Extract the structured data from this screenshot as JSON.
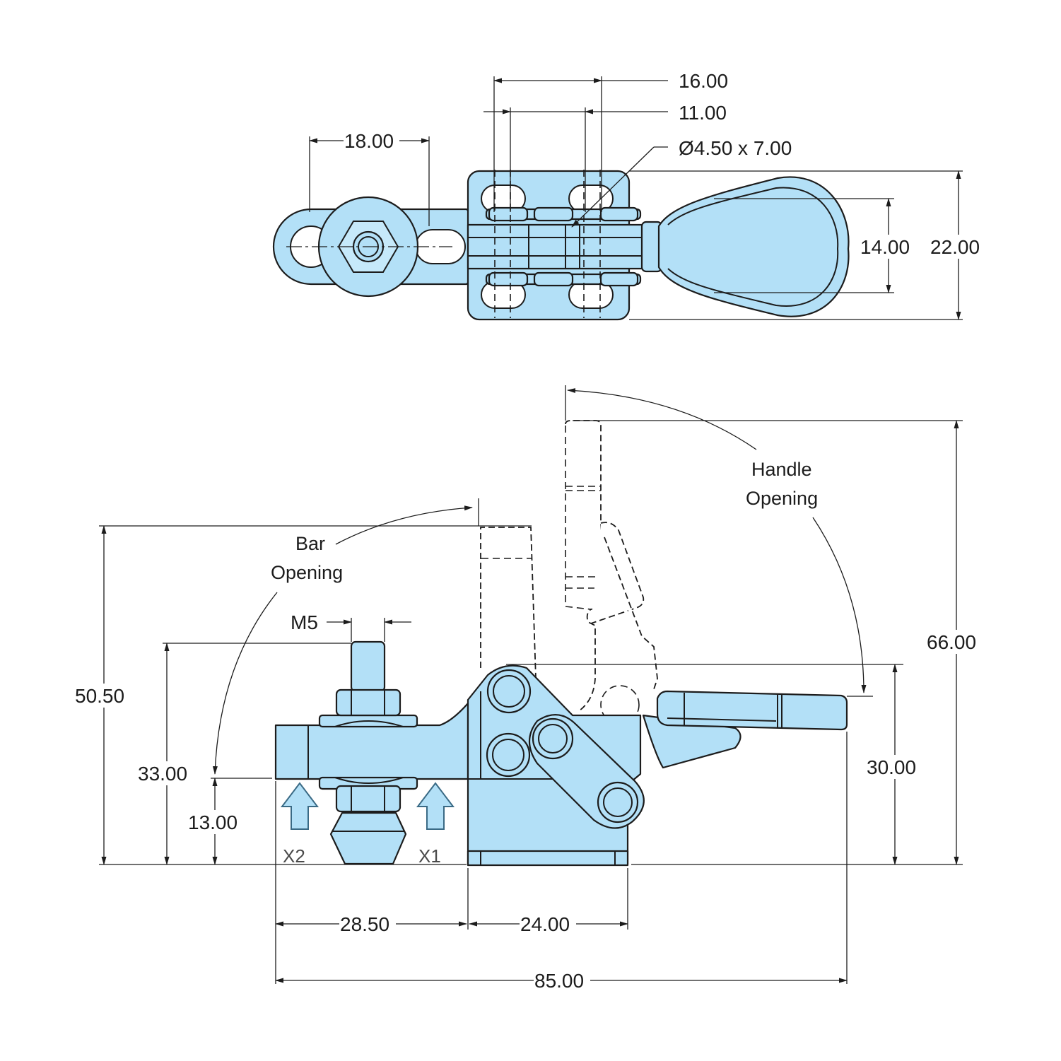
{
  "top_view": {
    "dims": {
      "d16": "16.00",
      "d11": "11.00",
      "slot": "Ø4.50 x 7.00",
      "d18": "18.00",
      "d14": "14.00",
      "d22": "22.00"
    }
  },
  "side_view": {
    "notes": {
      "bar_line1": "Bar",
      "bar_line2": "Opening",
      "handle_line1": "Handle",
      "handle_line2": "Opening"
    },
    "dims": {
      "thread": "M5",
      "h50": "50.50",
      "h33": "33.00",
      "h13": "13.00",
      "h66": "66.00",
      "h30": "30.00",
      "w28": "28.50",
      "w24": "24.00",
      "w85": "85.00"
    },
    "labels": {
      "x1": "X1",
      "x2": "X2"
    }
  },
  "colors": {
    "part_fill": "#b3e0f7",
    "outline": "#1c1c1c"
  }
}
